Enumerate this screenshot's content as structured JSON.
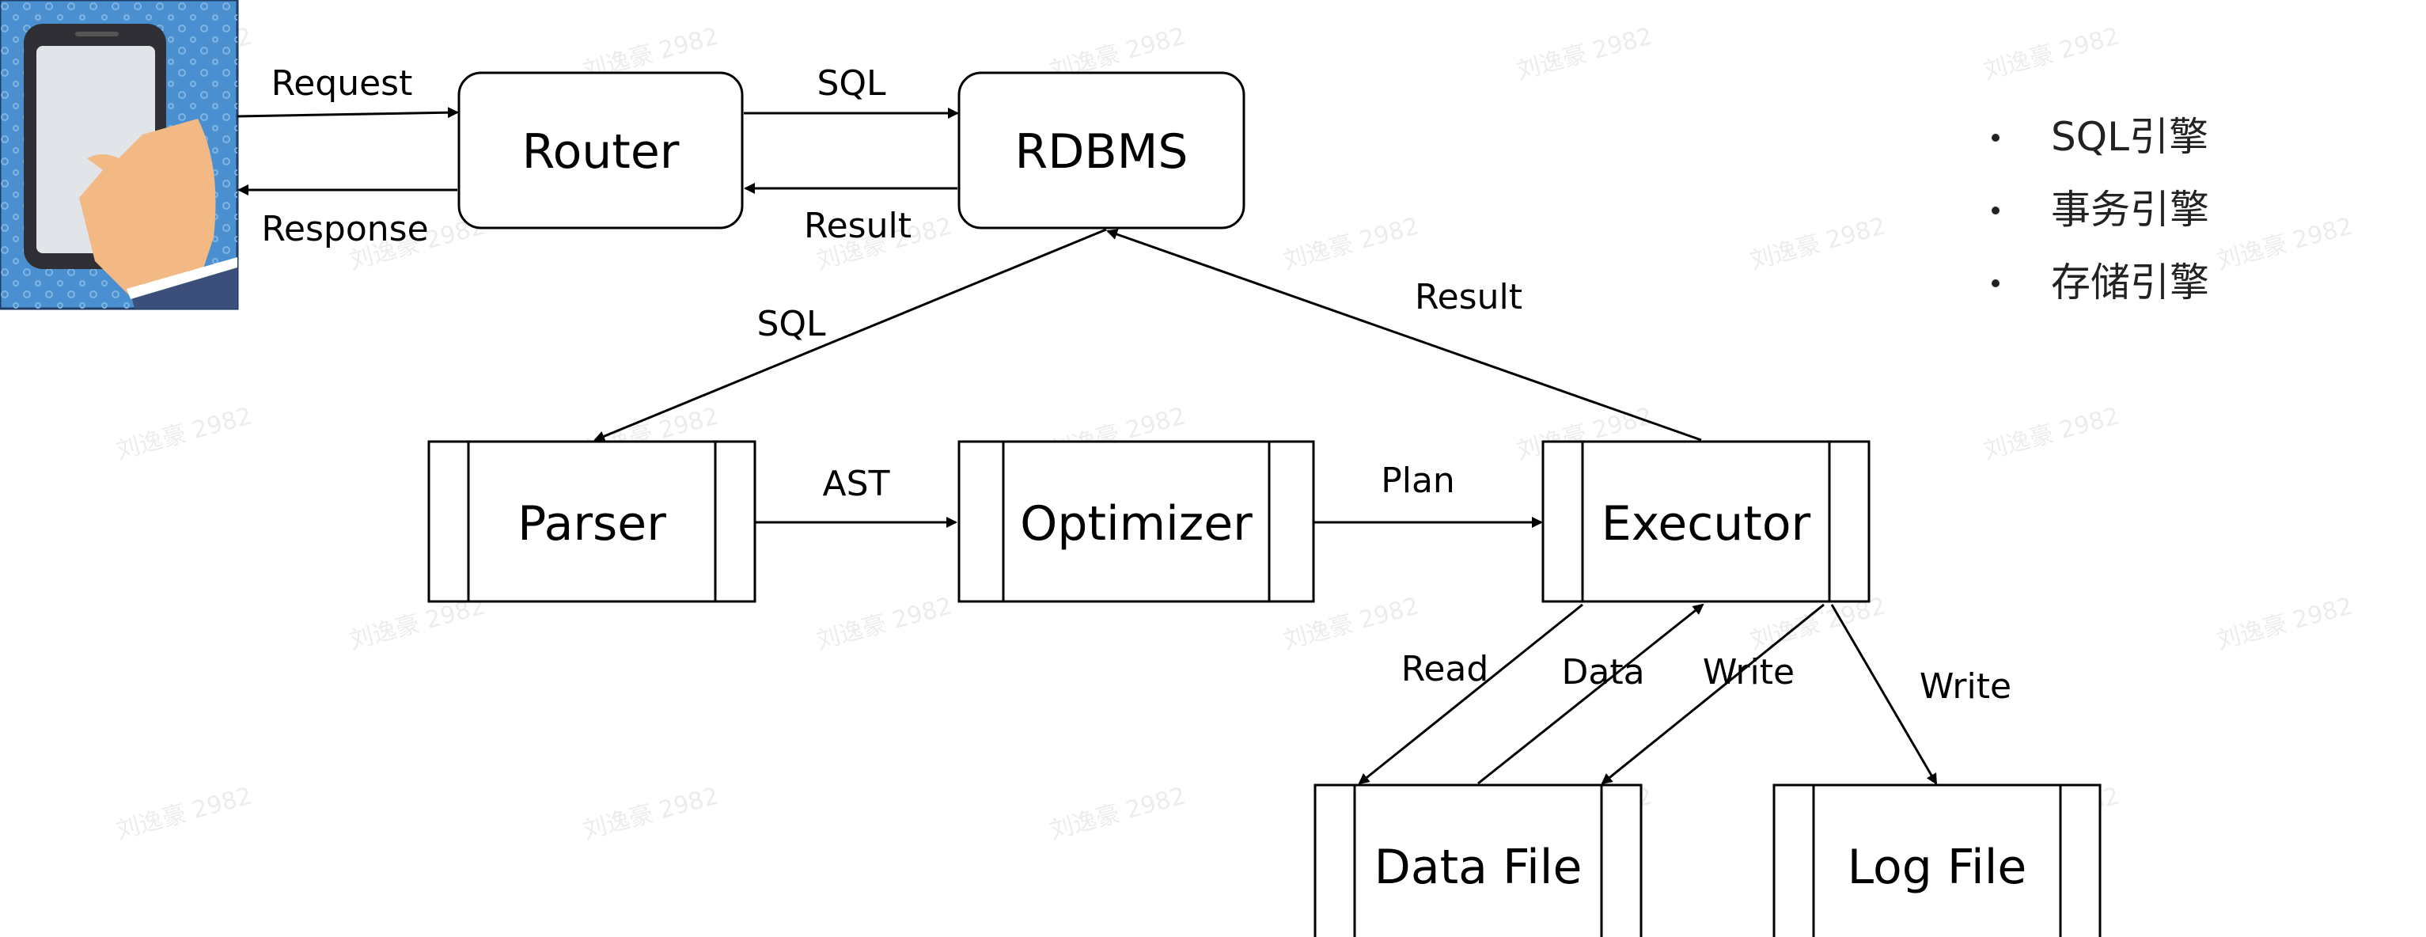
{
  "nodes": {
    "router": "Router",
    "rdbms": "RDBMS",
    "parser": "Parser",
    "optimizer": "Optimizer",
    "executor": "Executor",
    "data_file": "Data File",
    "log_file": "Log File"
  },
  "edges": {
    "request": "Request",
    "response": "Response",
    "sql_top": "SQL",
    "result_top": "Result",
    "sql_down": "SQL",
    "result_up": "Result",
    "ast": "AST",
    "plan": "Plan",
    "read": "Read",
    "data": "Data",
    "write_data": "Write",
    "write_log": "Write"
  },
  "bullets": [
    "SQL引擎",
    "事务引擎",
    "存储引擎"
  ],
  "watermark": "刘逸豪 2982",
  "icons": {
    "client": "phone-in-hand-icon"
  },
  "colors": {
    "icon_bg": "#4a90d0",
    "line": "#000000"
  }
}
